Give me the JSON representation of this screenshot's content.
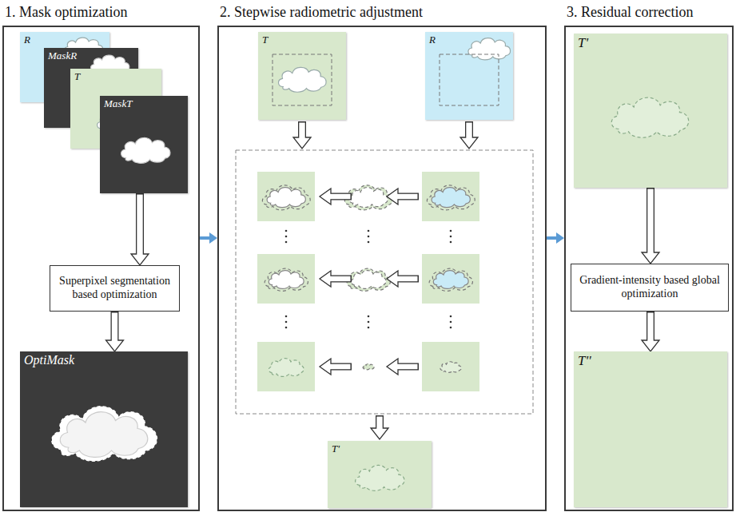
{
  "diagram": {
    "nodes": [
      {
        "text": [
          "1. Mask optimization"
        ]
      },
      {
        "text": [
          "R"
        ],
        "in": 0
      },
      {
        "text": [
          "MaskR"
        ],
        "in": 0
      },
      {
        "text": [
          "T"
        ],
        "in": 0
      },
      {
        "text": [
          "MaskT"
        ],
        "in": 0
      },
      {
        "text": [
          "Superpixel segmentation based optimization"
        ],
        "in": 0
      },
      {
        "text": [
          "OptiMask"
        ],
        "in": 0
      },
      {
        "text": [
          "2. Stepwise radiometric adjustment"
        ]
      },
      {
        "text": [
          "T"
        ],
        "in": 7
      },
      {
        "text": [
          "R"
        ],
        "in": 7
      },
      {
        "text": [
          "T'"
        ],
        "in": 7
      },
      {
        "text": [
          "3. Residual correction"
        ]
      },
      {
        "text": [
          "T'"
        ],
        "in": 11
      },
      {
        "text": [
          "Gradient-intensity based global optimization"
        ],
        "in": 11
      },
      {
        "text": [
          "T''"
        ],
        "in": 11
      }
    ],
    "edges": [
      {
        "from": 4,
        "to": 5,
        "arrow": "to"
      },
      {
        "from": 5,
        "to": 6,
        "arrow": "to"
      },
      {
        "from": 0,
        "to": 7,
        "arrow": "to"
      },
      {
        "from": 7,
        "to": 11,
        "arrow": "to"
      },
      {
        "from": 12,
        "to": 13,
        "arrow": "to"
      },
      {
        "from": 13,
        "to": 14,
        "arrow": "to"
      }
    ]
  }
}
